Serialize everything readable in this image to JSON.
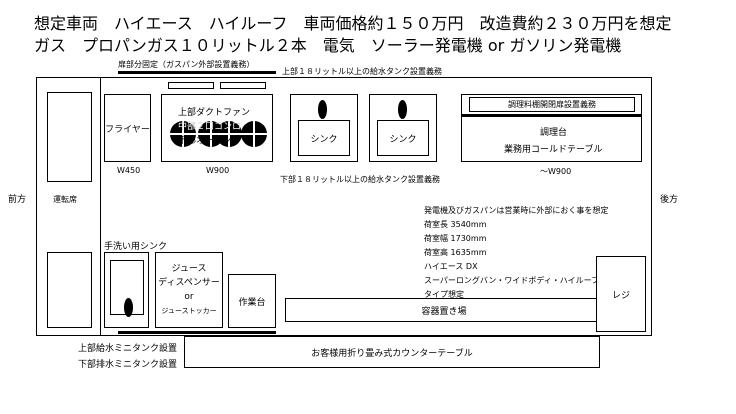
{
  "header": {
    "line1": "想定車両　ハイエース　ハイルーフ　車両価格約１５０万円　改造費約２３０万円を想定",
    "line2": "ガス　プロパンガス１０リットル２本　電気　ソーラー発電機 or ガソリン発電機"
  },
  "labels": {
    "front": "前方",
    "rear": "後方",
    "driver_seat": "運転席",
    "door_fixed": "扉部分固定（ガスパン外部設置義務）",
    "upper_tank_top": "上部１８リットル以上の給水タンク設置義務",
    "lower_tank_mid": "下部１８リットル以上の給水タンク設置義務",
    "fryer": "フライヤー",
    "fryer_width": "W450",
    "stove_line1": "上部ダクトファン",
    "stove_line2": "中部２口コンロ",
    "stove_line3": "下部オーブン",
    "stove_width": "W900",
    "sink_1": "シンク",
    "sink_2": "シンク",
    "cabinet_door": "調理料棚開閉扉設置義務",
    "counter_line1": "調理台",
    "counter_line2": "業務用コールドテーブル",
    "counter_width": "～W900",
    "handwash_sink": "手洗い用シンク",
    "juice_line1": "ジュース",
    "juice_line2": "ディスペンサー",
    "juice_line3": "or",
    "juice_line4": "ジューストッカー",
    "workbench": "作業台",
    "container_area": "容器置き場",
    "register": "レジ",
    "upper_mini_tank": "上部給水ミニタンク設置",
    "lower_mini_tank": "下部排水ミニタンク設置",
    "folding_counter": "お客様用折り畳み式カウンターテーブル"
  },
  "notes": [
    "発電機及びガスパンは営業時に外部におく事を想定",
    "荷室長 3540mm",
    "荷室幅 1730mm",
    "荷室高 1635mm",
    "ハイエース DX",
    "スーパーロングバン・ワイドボディ・ハイルーフ",
    "タイプ想定"
  ]
}
